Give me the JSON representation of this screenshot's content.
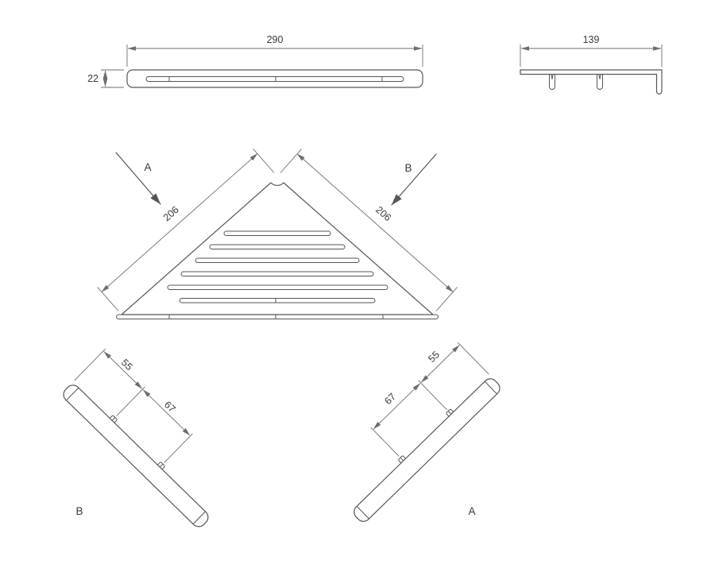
{
  "colors": {
    "line": "#565656",
    "dim": "#6e6e6e",
    "text": "#3a3a3a",
    "background": "#ffffff"
  },
  "front_view": {
    "width": "290",
    "thickness": "22"
  },
  "side_view": {
    "depth": "139"
  },
  "plan_view": {
    "left_edge": "206",
    "right_edge": "206",
    "section_left": "A",
    "section_right": "B"
  },
  "view_b": {
    "label": "B",
    "dim_first": "55",
    "dim_second": "67"
  },
  "view_a": {
    "label": "A",
    "dim_first": "55",
    "dim_second": "67"
  }
}
